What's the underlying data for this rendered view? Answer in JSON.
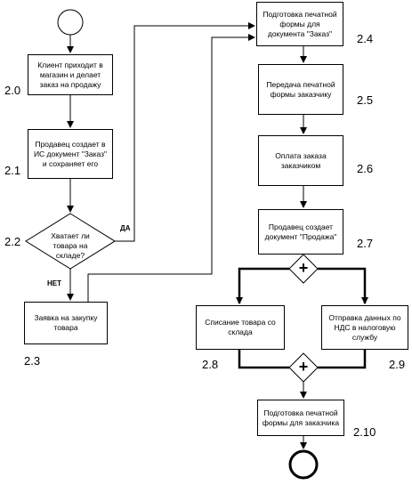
{
  "nodes": {
    "n2_0": {
      "text": "Клиент приходит в магазин и делает заказ на продажу",
      "num": "2.0"
    },
    "n2_1": {
      "text": "Продавец создает в ИС документ \"Заказ\" и сохраняет его",
      "num": "2.1"
    },
    "n2_2": {
      "text": "Хватает ли товара на складе?",
      "num": "2.2"
    },
    "n2_3": {
      "text": "Заявка на закупку товара",
      "num": "2.3"
    },
    "n2_4": {
      "text": "Подготовка печатной формы для документа \"Заказ\"",
      "num": "2.4"
    },
    "n2_5": {
      "text": "Передача печатной формы заказчику",
      "num": "2.5"
    },
    "n2_6": {
      "text": "Оплата заказа заказчиком",
      "num": "2.6"
    },
    "n2_7": {
      "text": "Продавец создает документ \"Продажа\"",
      "num": "2.7"
    },
    "n2_8": {
      "text": "Списание товара со склада",
      "num": "2.8"
    },
    "n2_9": {
      "text": "Отправка данных по НДС в налоговую службу",
      "num": "2.9"
    },
    "n2_10": {
      "text": "Подготовка печатной формы для заказчика",
      "num": "2.10"
    }
  },
  "branches": {
    "yes": "ДА",
    "no": "НЕТ"
  },
  "gateway_symbol": "+"
}
